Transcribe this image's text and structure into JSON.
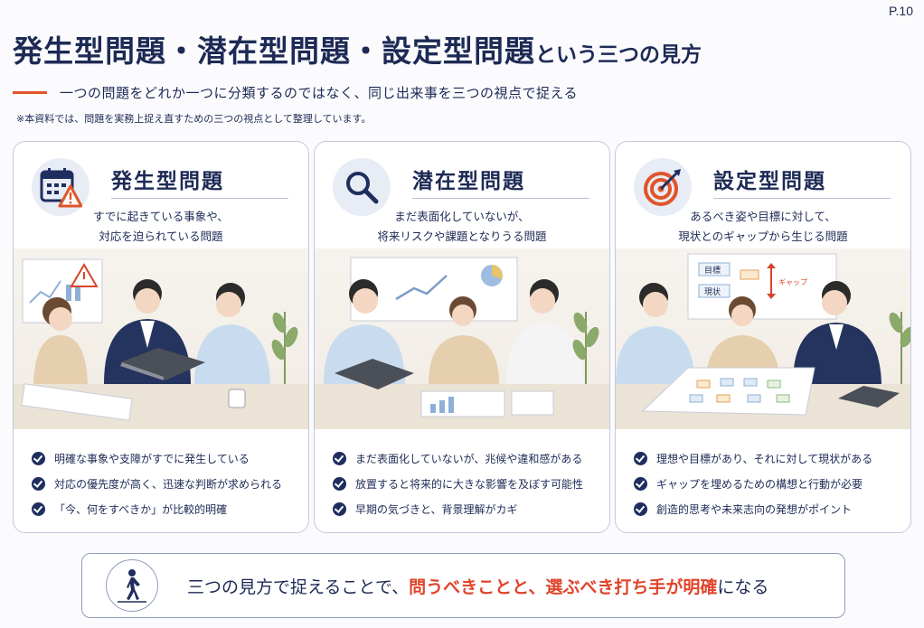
{
  "page_number": "P.10",
  "title": {
    "main": "発生型問題・潜在型問題・設定型問題",
    "suffix": "という三つの見方"
  },
  "subtitle": "一つの問題をどれか一つに分類するのではなく、同じ出来事を三つの視点で捉える",
  "note": "※本資料では、問題を実務上捉え直すための三つの視点として整理しています。",
  "cards": [
    {
      "title": "発生型問題",
      "icon": "calendar-warning-icon",
      "desc_line1": "すでに起きている事象や、",
      "desc_line2": "対応を迫られている問題",
      "bullets": [
        "明確な事象や支障がすでに発生している",
        "対応の優先度が高く、迅速な判断が求められる",
        "「今、何をすべきか」が比較的明確"
      ]
    },
    {
      "title": "潜在型問題",
      "icon": "magnifier-icon",
      "desc_line1": "まだ表面化していないが、",
      "desc_line2": "将来リスクや課題となりうる問題",
      "bullets": [
        "まだ表面化していないが、兆候や違和感がある",
        "放置すると将来的に大きな影響を及ぼす可能性",
        "早期の気づきと、背景理解がカギ"
      ]
    },
    {
      "title": "設定型問題",
      "icon": "target-icon",
      "desc_line1": "あるべき姿や目標に対して、",
      "desc_line2": "現状とのギャップから生じる問題",
      "board_labels": [
        "目標",
        "現状",
        "ギャップ"
      ],
      "bullets": [
        "理想や目標があり、それに対して現状がある",
        "ギャップを埋めるための構想と行動が必要",
        "創造的思考や未来志向の発想がポイント"
      ]
    }
  ],
  "bottom": {
    "icon": "walking-person-icon",
    "text_before": "三つの見方で捉えることで、",
    "highlight": "問うべきことと、選ぶべき打ち手が明確",
    "text_after": "になる"
  },
  "colors": {
    "navy": "#1d2a55",
    "accent_orange": "#e0542a",
    "highlight_red": "#e0442a"
  }
}
